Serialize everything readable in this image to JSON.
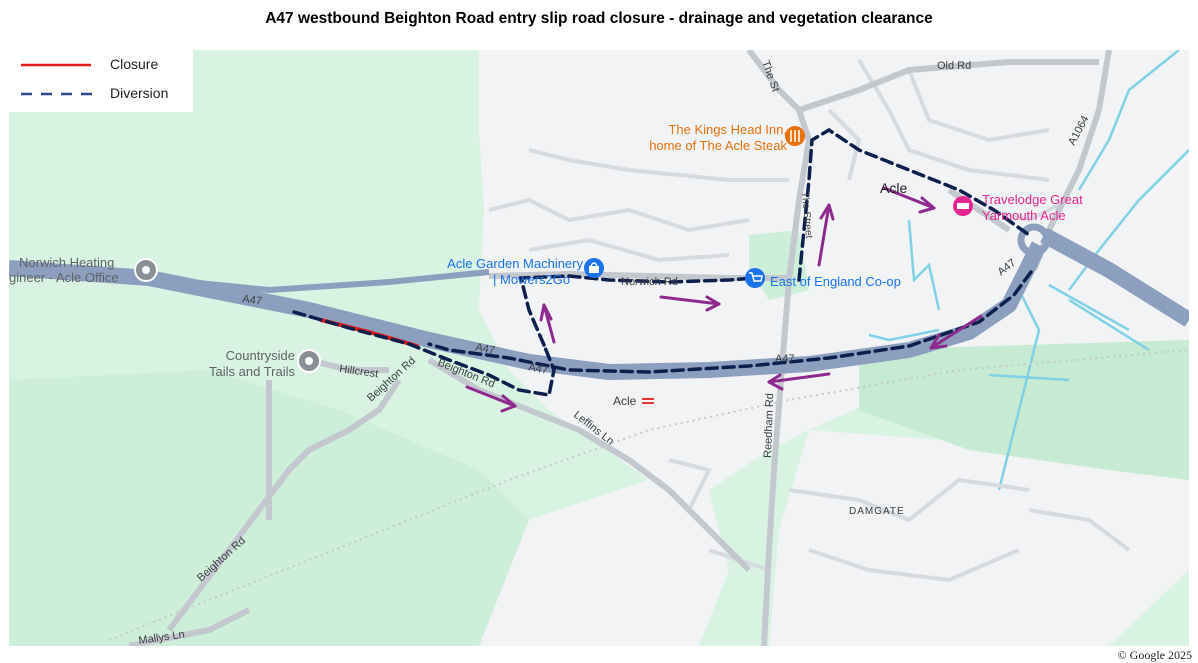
{
  "title": "A47 westbound Beighton Road entry slip road closure - drainage and vegetation clearance",
  "legend": {
    "closure_label": "Closure",
    "diversion_label": "Diversion"
  },
  "colors": {
    "closure": "#e11b1b",
    "diversion": "#0d1f4d",
    "arrow": "#8e2a8e",
    "road": "#8c9fbe",
    "poi_orange": "#e8710a",
    "poi_blue": "#1a73e8",
    "poi_pink": "#e52592"
  },
  "roads": {
    "a47_labels": [
      "A47",
      "A47",
      "A47",
      "A47",
      "A47"
    ],
    "a1064": "A1064",
    "old_rd": "Old Rd",
    "the_st": "The St",
    "norwich_rd": "Norwich Rd",
    "beighton_rd": "Beighton Rd",
    "hillcrest": "Hillcrest",
    "leffins_ln": "Leffins Ln",
    "reedham_rd": "Reedham Rd",
    "mallys_ln": "Mallys Ln",
    "the_street": "The Street"
  },
  "places": {
    "acle": "Acle",
    "damgate": "DAMGATE",
    "acle_station": "Acle"
  },
  "pois": {
    "norwich_heating_1": "Norwich Heating",
    "norwich_heating_2": "gineer - Acle Office",
    "kings_head_1": "The Kings Head Inn,",
    "kings_head_2": "home of The Acle Steak",
    "travelodge_1": "Travelodge Great",
    "travelodge_2": "Yarmouth Acle",
    "garden_machinery_1": "Acle Garden Machinery",
    "garden_machinery_2": "| Mowers2Go",
    "coop": "East of England Co-op",
    "countryside_1": "Countryside",
    "countryside_2": "Tails and Trails"
  },
  "copyright": "© Google 2025"
}
